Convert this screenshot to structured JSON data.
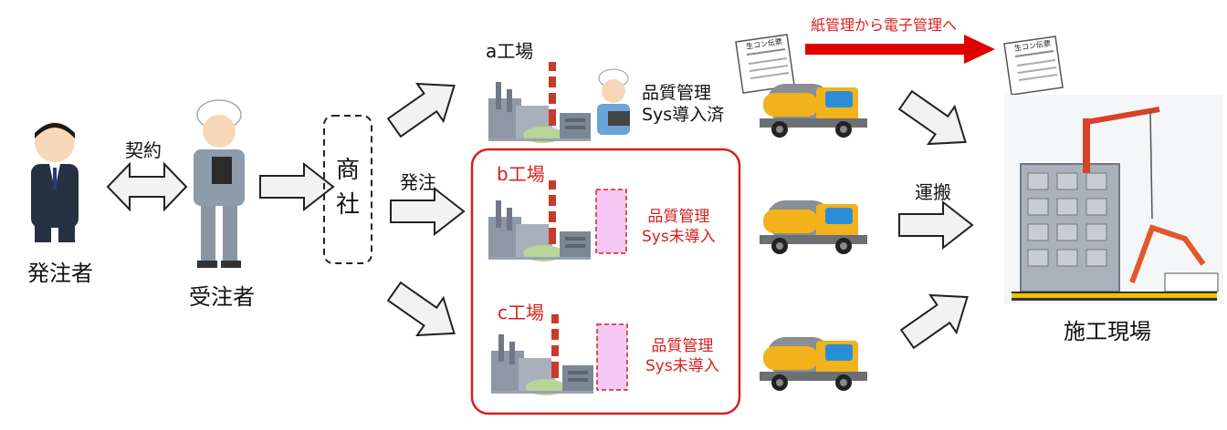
{
  "actors": {
    "client": "発注者",
    "contractor": "受注者",
    "trading_company": "商社",
    "site": "施工現場"
  },
  "relations": {
    "contract": "契約",
    "order": "発注",
    "transport": "運搬"
  },
  "factories": [
    {
      "name": "a工場",
      "status_line1": "品質管理",
      "status_line2": "Sys導入済",
      "highlight": false
    },
    {
      "name": "b工場",
      "status_line1": "品質管理",
      "status_line2": "Sys未導入",
      "highlight": true
    },
    {
      "name": "c工場",
      "status_line1": "品質管理",
      "status_line2": "Sys未導入",
      "highlight": true
    }
  ],
  "transition": "紙管理から電子管理へ",
  "slip_title": "生コン伝票",
  "colors": {
    "accent_red": "#e00000",
    "dashed_box_fill": "#f6c8f4",
    "truck_yellow": "#f2b21c"
  }
}
